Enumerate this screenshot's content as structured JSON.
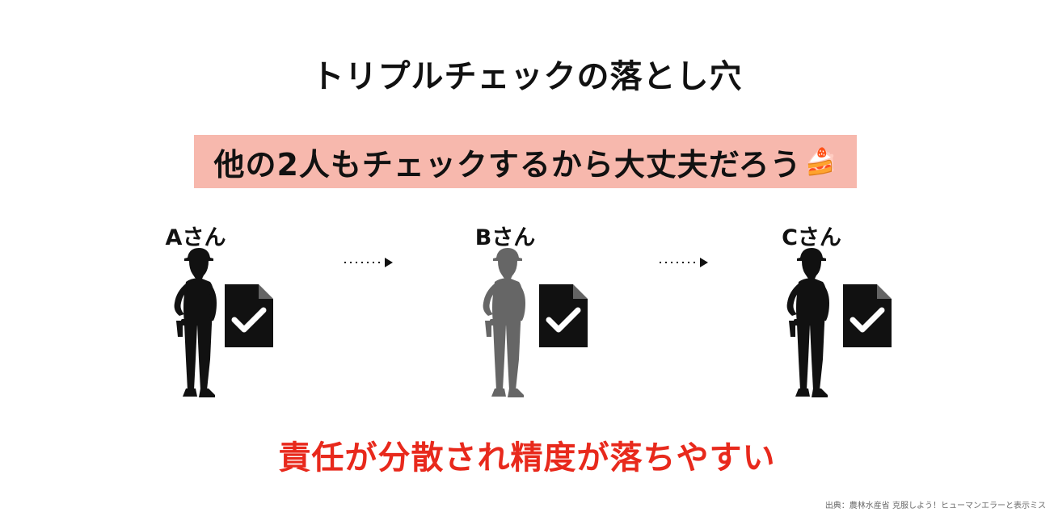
{
  "slide": {
    "title": "トリプルチェックの落とし穴",
    "banner": {
      "text": "他の2人もチェックするから大丈夫だろう",
      "emoji": "🍰",
      "color": "#f7b8ad"
    },
    "people": [
      {
        "label": "Aさん",
        "figure_color": "#111111",
        "icon": "worker-silhouette-icon"
      },
      {
        "label": "Bさん",
        "figure_color": "#666666",
        "icon": "worker-silhouette-icon"
      },
      {
        "label": "Cさん",
        "figure_color": "#111111",
        "icon": "worker-silhouette-icon"
      }
    ],
    "document_icon": "checked-document-icon",
    "arrow_icon": "dotted-arrow-icon",
    "conclusion": "責任が分散され精度が落ちやすい",
    "conclusion_color": "#e8291c",
    "source": "出典：農林水産省 克服しよう！ヒューマンエラーと表示ミス"
  }
}
